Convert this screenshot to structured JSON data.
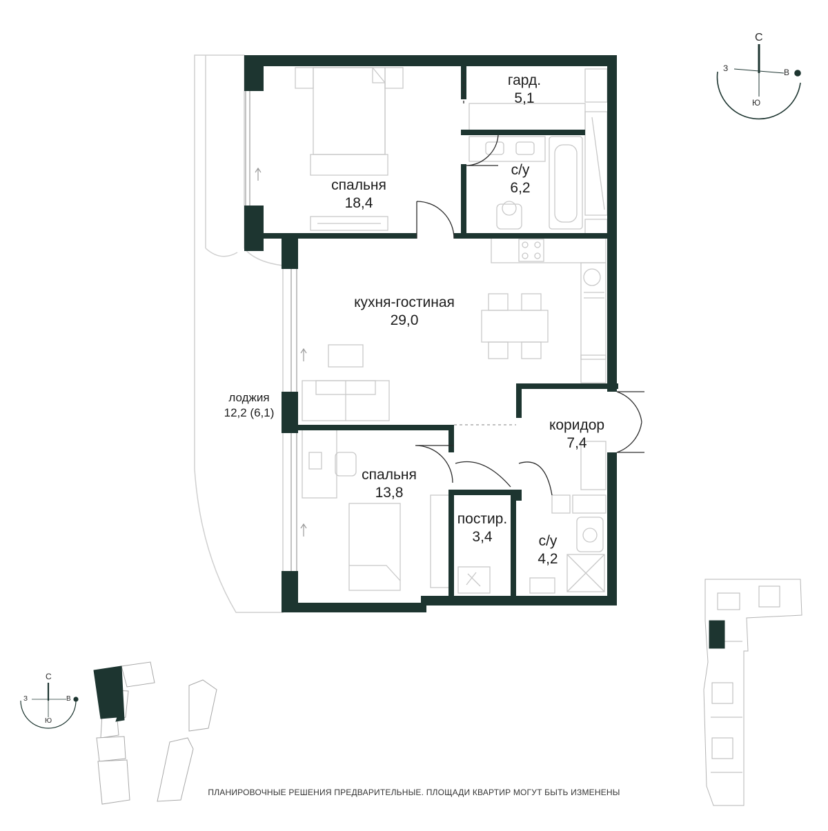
{
  "rooms": {
    "bedroom1": {
      "name": "спальня",
      "area": "18,4"
    },
    "wardrobe": {
      "name": "гард.",
      "area": "5,1"
    },
    "bath1": {
      "name": "с/у",
      "area": "6,2"
    },
    "living": {
      "name": "кухня-гостиная",
      "area": "29,0"
    },
    "loggia": {
      "name": "лоджия",
      "area": "12,2 (6,1)"
    },
    "corridor": {
      "name": "коридор",
      "area": "7,4"
    },
    "bedroom2": {
      "name": "спальня",
      "area": "13,8"
    },
    "laundry": {
      "name": "постир.",
      "area": "3,4"
    },
    "bath2": {
      "name": "с/у",
      "area": "4,2"
    }
  },
  "compass": {
    "north": "С",
    "south": "Ю",
    "west": "З",
    "east": "В"
  },
  "disclaimer": "ПЛАНИРОВОЧНЫЕ РЕШЕНИЯ ПРЕДВАРИТЕЛЬНЫЕ. ПЛОЩАДИ КВАРТИР МОГУТ БЫТЬ ИЗМЕНЕНЫ",
  "colors": {
    "wall": "#1d3530",
    "furniture": "#c8c8c8",
    "text": "#1c1c1c",
    "highlight": "#1d3530"
  }
}
